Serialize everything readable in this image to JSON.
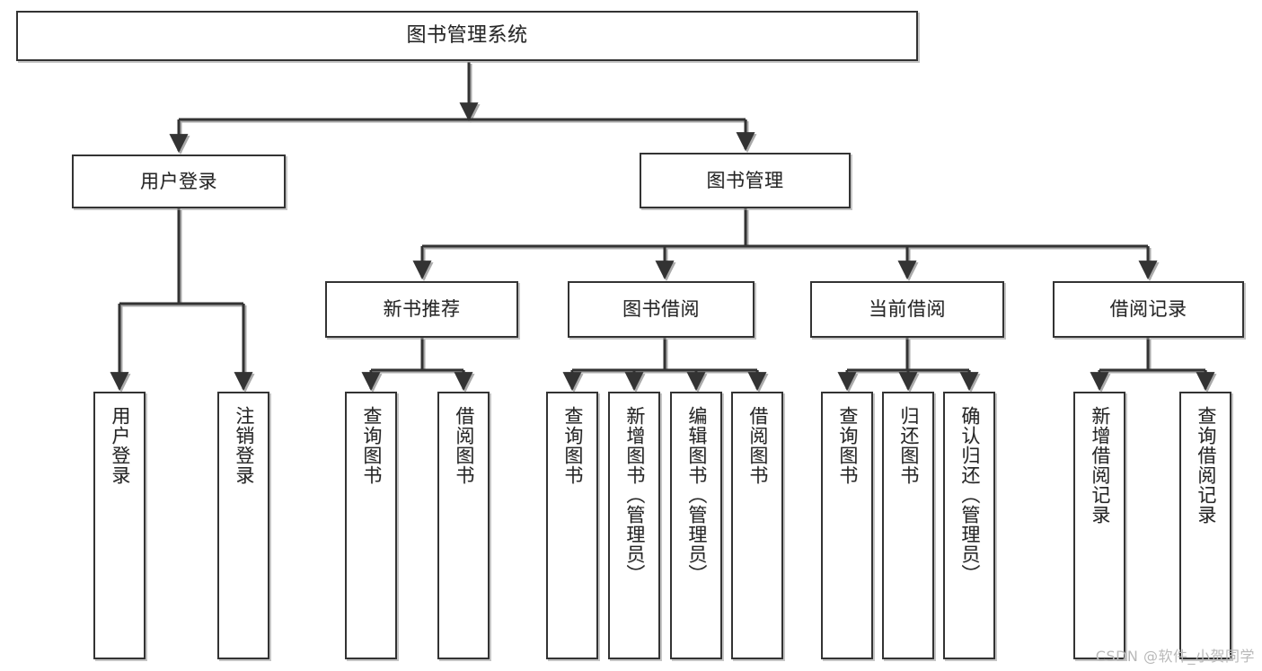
{
  "diagram": {
    "title": "图书管理系统",
    "type": "functional-structure-tree",
    "colors": {
      "line": "#333333",
      "box_border": "#333333",
      "box_fill": "#ffffff",
      "text": "#262626",
      "shadow": "#9a9a9a",
      "watermark": "#b9b9b9"
    }
  },
  "watermark": {
    "text": "CSDN @软件_小贺同学"
  },
  "nodes": {
    "root": {
      "label": "图书管理系统"
    },
    "level1": [
      {
        "id": "user-login",
        "label": "用户登录"
      },
      {
        "id": "book-management",
        "label": "图书管理"
      }
    ],
    "level2": [
      {
        "id": "new-book-recommend",
        "label": "新书推荐"
      },
      {
        "id": "book-borrow",
        "label": "图书借阅"
      },
      {
        "id": "current-borrow",
        "label": "当前借阅"
      },
      {
        "id": "borrow-record",
        "label": "借阅记录"
      }
    ],
    "leaves": {
      "user-login": [
        {
          "id": "leaf-user-login",
          "label": "用户登录"
        },
        {
          "id": "leaf-logout",
          "label": "注销登录"
        }
      ],
      "new-book-recommend": [
        {
          "id": "leaf-query-book-1",
          "label": "查询图书"
        },
        {
          "id": "leaf-borrow-book-1",
          "label": "借阅图书"
        }
      ],
      "book-borrow": [
        {
          "id": "leaf-query-book-2",
          "label": "查询图书"
        },
        {
          "id": "leaf-add-book",
          "label": "新增图书（管理员）"
        },
        {
          "id": "leaf-edit-book",
          "label": "编辑图书（管理员）"
        },
        {
          "id": "leaf-borrow-book-2",
          "label": "借阅图书"
        }
      ],
      "current-borrow": [
        {
          "id": "leaf-query-book-3",
          "label": "查询图书"
        },
        {
          "id": "leaf-return-book",
          "label": "归还图书"
        },
        {
          "id": "leaf-confirm-return",
          "label": "确认归还（管理员）"
        }
      ],
      "borrow-record": [
        {
          "id": "leaf-add-record",
          "label": "新增借阅记录"
        },
        {
          "id": "leaf-query-record",
          "label": "查询借阅记录"
        }
      ]
    }
  }
}
